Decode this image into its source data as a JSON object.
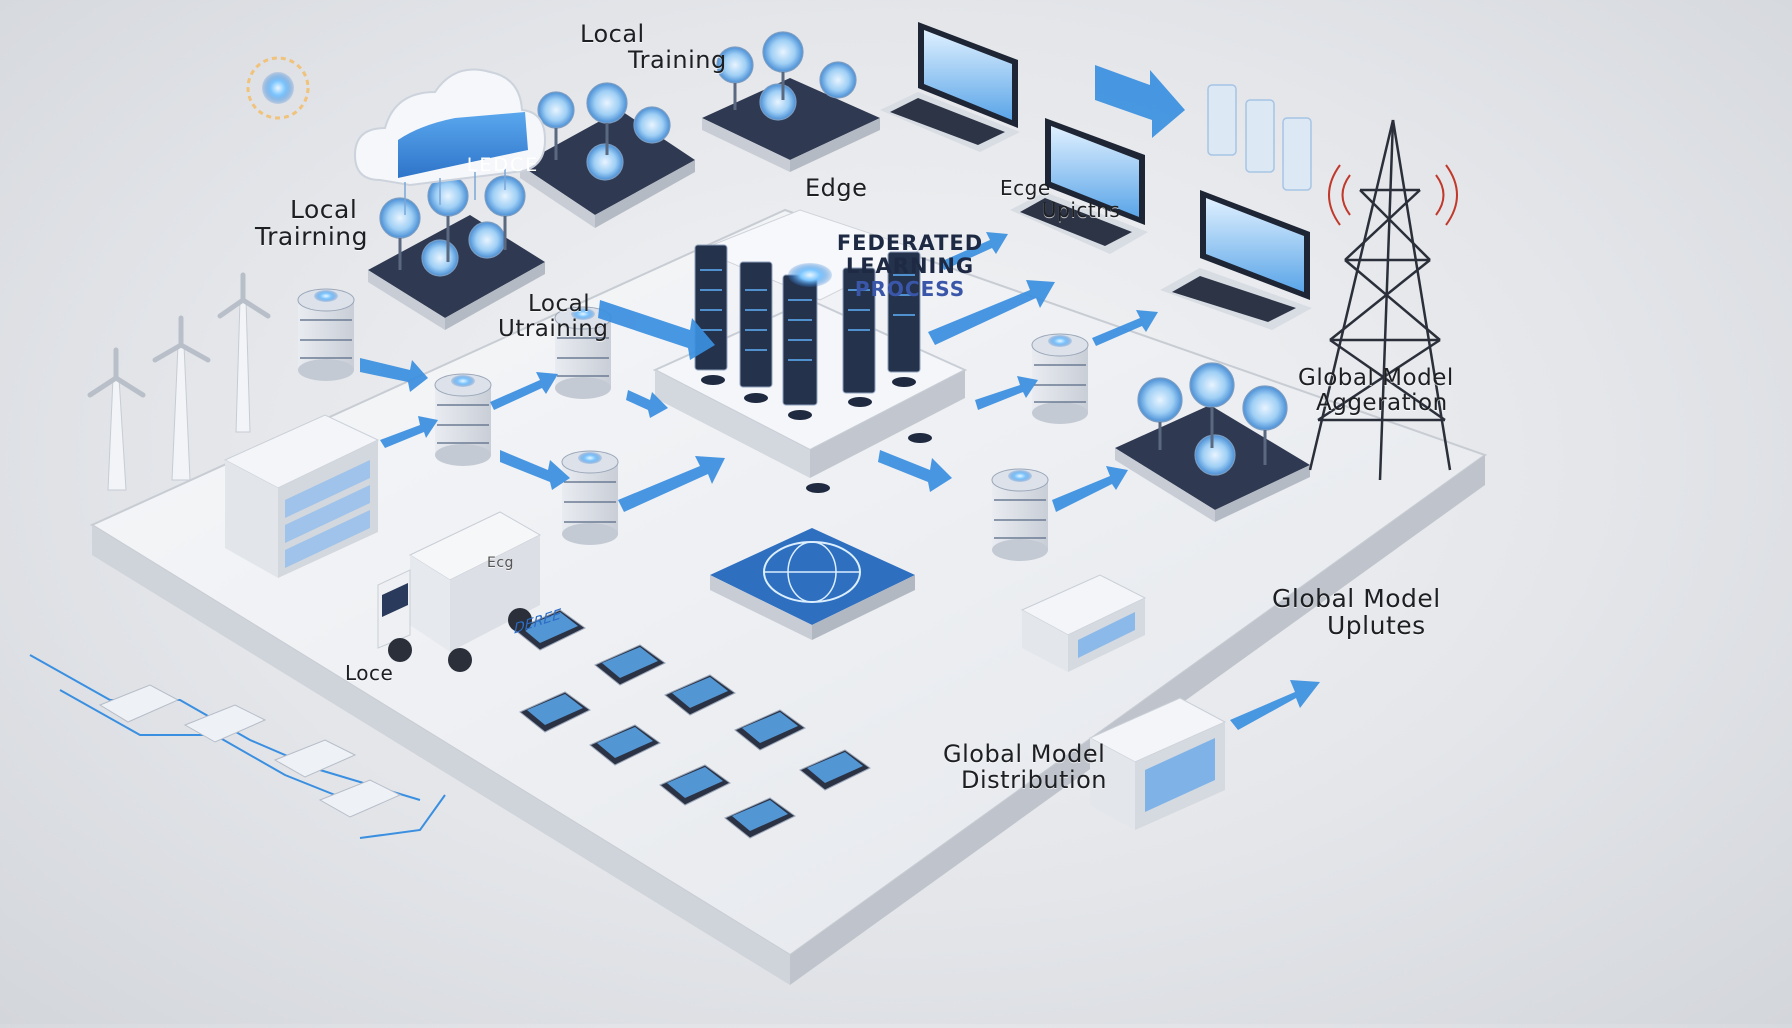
{
  "diagram": {
    "title_line1": "FEDERATED",
    "title_line2": "LEARNING",
    "title_line3": "PROCESS",
    "cloud_label": "LEDCE",
    "truck_label": "DEREE",
    "labels": {
      "local_training_top_1": "Local",
      "local_training_top_2": "Training",
      "local_training_left_1": "Local",
      "local_training_left_2": "Trairning",
      "local_training_mid_1": "Local",
      "local_training_mid_2": "Utraining",
      "edge": "Edge",
      "edge_updates_1": "Ecge",
      "edge_updates_2": "Upictns",
      "global_model_aggregation_1": "Global Model",
      "global_model_aggregation_2": "Aggeration",
      "global_model_updates_1": "Global Model",
      "global_model_updates_2": "Uplutes",
      "global_model_distribution_1": "Global Model",
      "global_model_distribution_2": "Distribution",
      "loce": "Loce",
      "small_edge": "Ecg"
    },
    "colors": {
      "accent_blue": "#3a8fe0",
      "platform": "#eef0f4",
      "server_dark": "#2a3550",
      "glow": "#4fb4ff"
    }
  }
}
